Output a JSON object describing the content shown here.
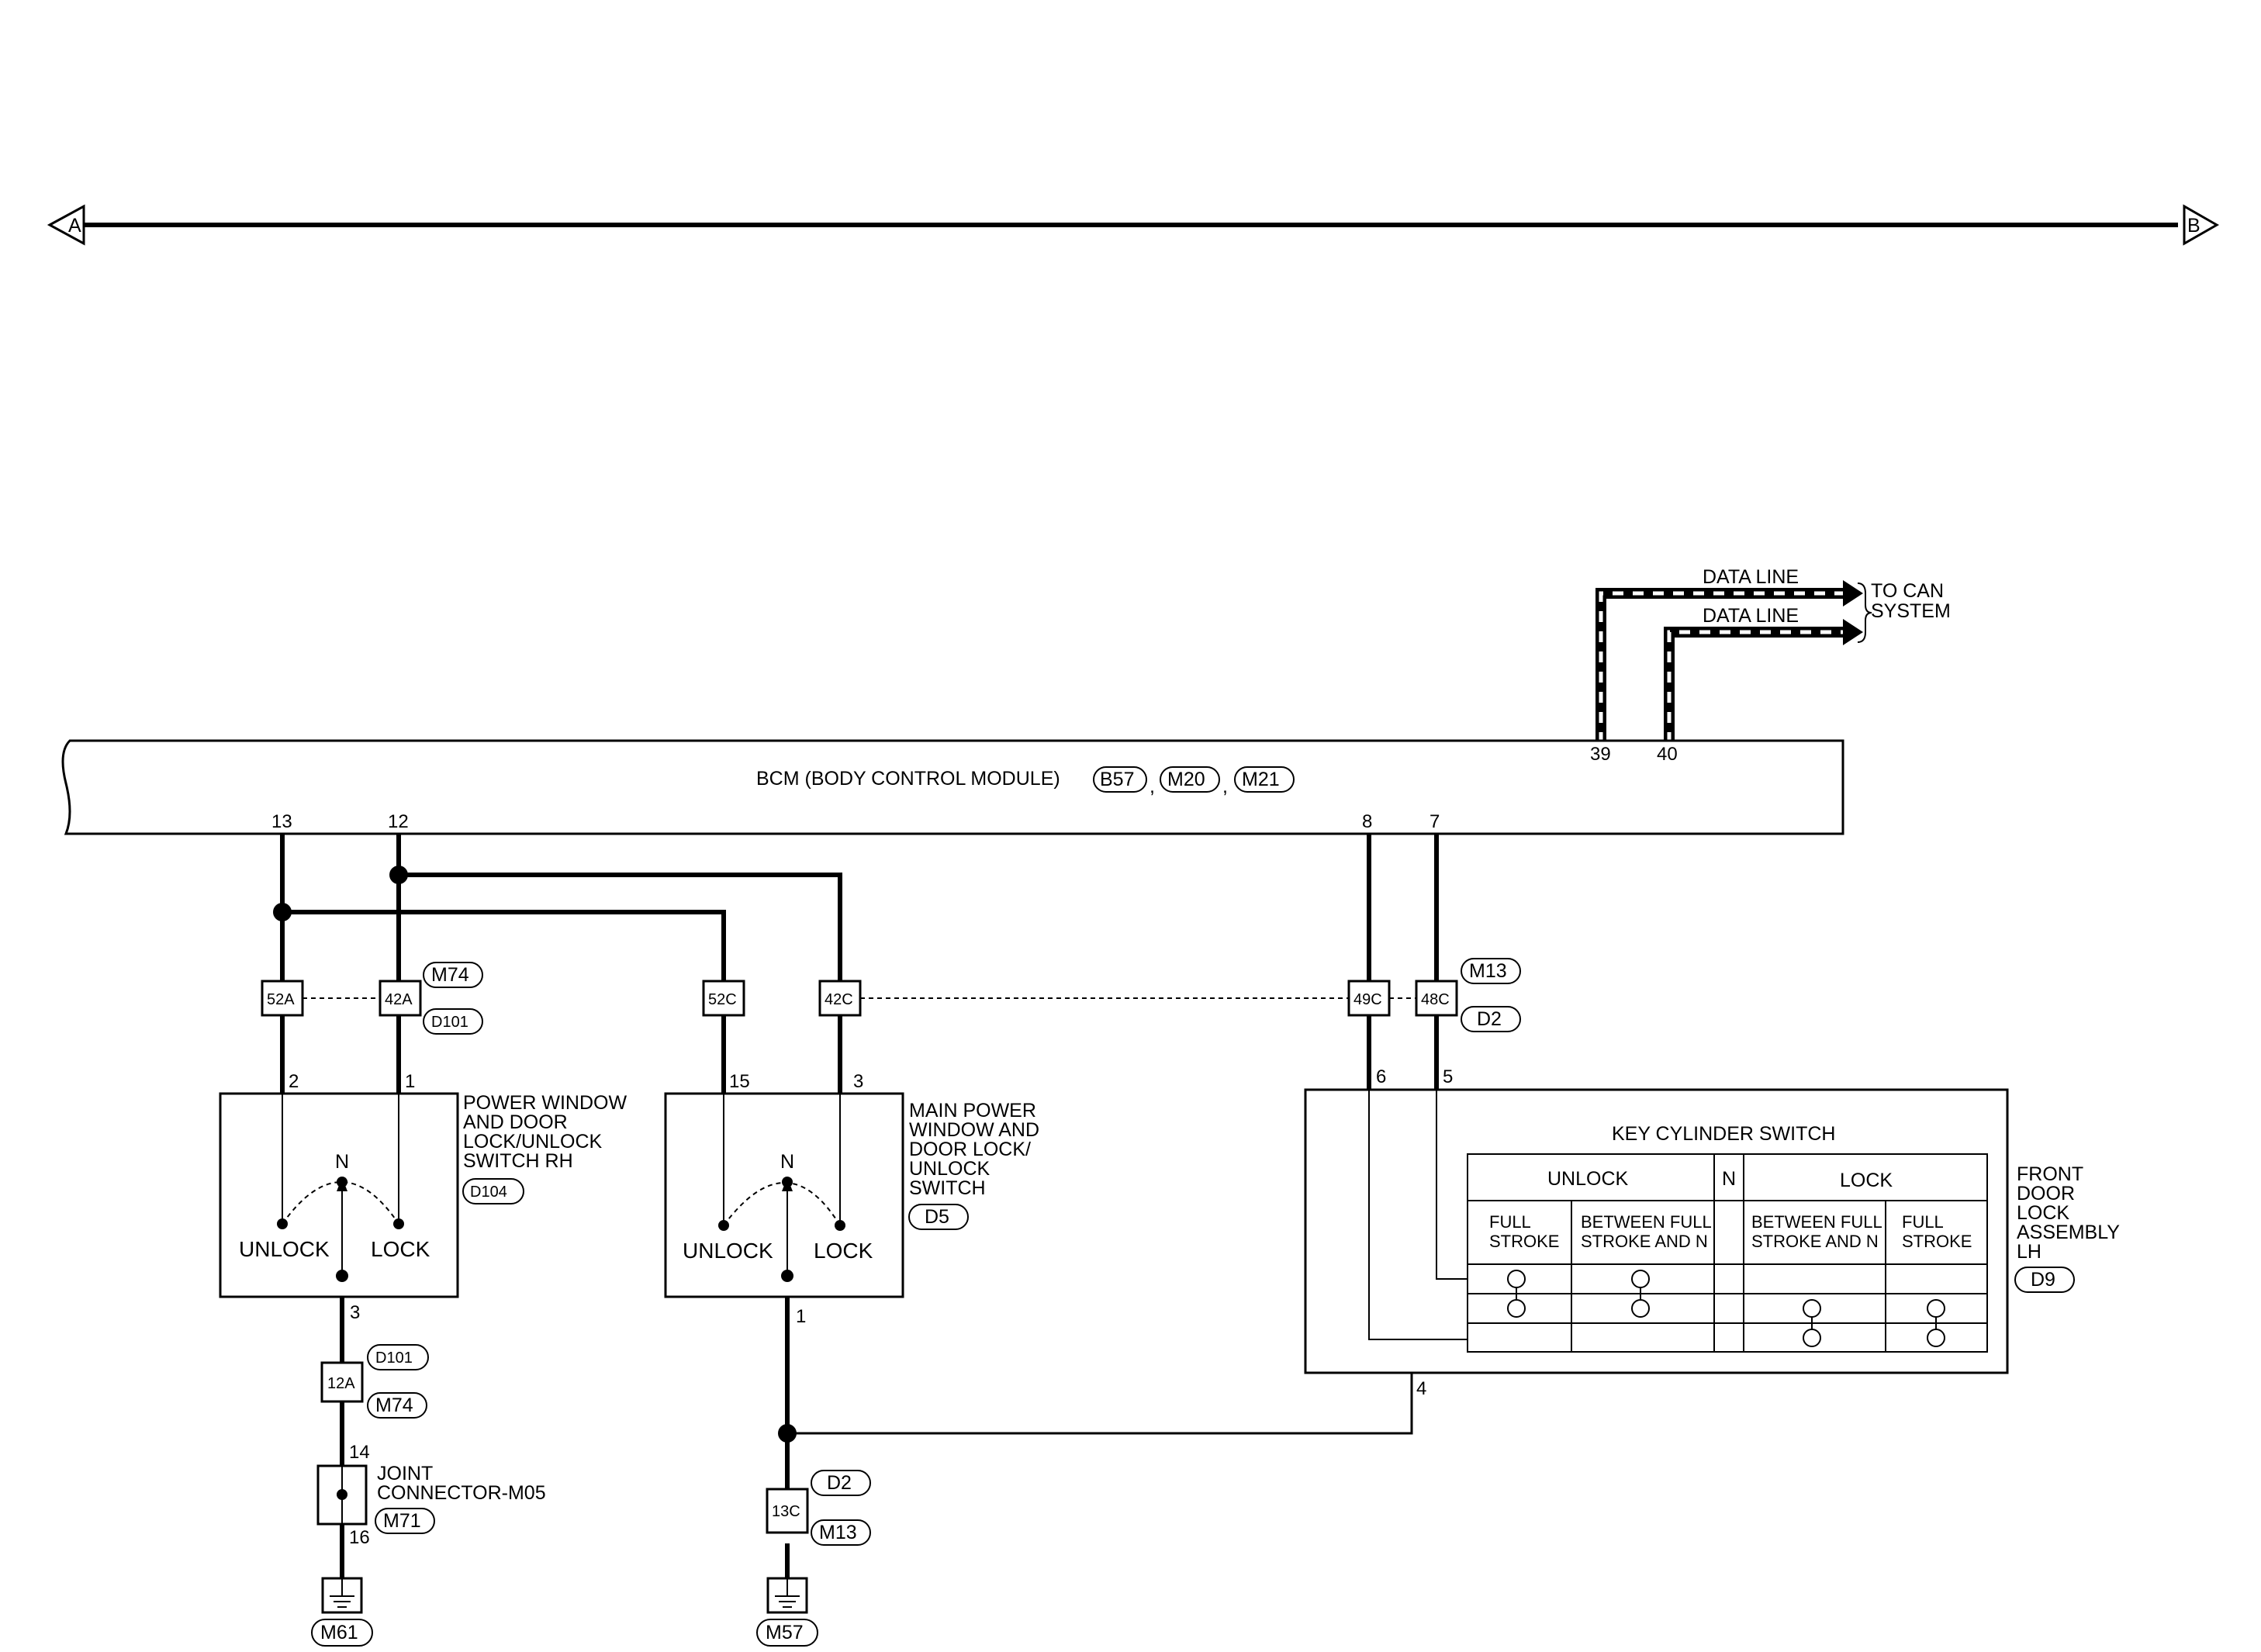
{
  "connectors_arrows": {
    "left": "A",
    "right": "B"
  },
  "bcm": {
    "label": "BCM (BODY CONTROL MODULE)",
    "connectors": [
      "B57",
      "M20",
      "M21"
    ],
    "sep": ",",
    "pins": [
      "13",
      "12",
      "8",
      "7",
      "39",
      "40"
    ]
  },
  "data_line": {
    "line1": "DATA LINE",
    "line2": "DATA LINE",
    "to_can_1": "TO CAN",
    "to_can_2": "SYSTEM"
  },
  "inline_connectors": {
    "c52a": "52A",
    "c42a": "42A",
    "c52c": "52C",
    "c42c": "42C",
    "c49c": "49C",
    "c48c": "48C",
    "c12a": "12A",
    "c13c": "13C",
    "m74": "M74",
    "d101": "D101",
    "m13": "M13",
    "d2": "D2"
  },
  "switch_rh": {
    "title": [
      "POWER WINDOW",
      "AND DOOR",
      "LOCK/UNLOCK",
      "SWITCH RH"
    ],
    "connector": "D104",
    "pins": [
      "2",
      "1",
      "3"
    ],
    "n": "N",
    "unlock": "UNLOCK",
    "lock": "LOCK"
  },
  "main_switch": {
    "title": [
      "MAIN POWER",
      "WINDOW AND",
      "DOOR LOCK/",
      "UNLOCK",
      "SWITCH"
    ],
    "connector": "D5",
    "pins": [
      "15",
      "3",
      "1"
    ],
    "n": "N",
    "unlock": "UNLOCK",
    "lock": "LOCK"
  },
  "front_door_lock": {
    "title": [
      "FRONT",
      "DOOR",
      "LOCK",
      "ASSEMBLY",
      "LH"
    ],
    "connector": "D9",
    "pins": [
      "6",
      "5",
      "4"
    ],
    "table_title": "KEY CYLINDER SWITCH",
    "unlock": "UNLOCK",
    "n": "N",
    "lock": "LOCK",
    "full_stroke": [
      "FULL",
      "STROKE"
    ],
    "between": [
      "BETWEEN FULL",
      "STROKE AND N"
    ]
  },
  "joint": {
    "title": [
      "JOINT",
      "CONNECTOR-M05"
    ],
    "connector": "M71",
    "pins": [
      "14",
      "16"
    ]
  },
  "grounds": {
    "left": "M61",
    "right": "M57"
  },
  "colors": {
    "ink": "#000000",
    "paper": "#ffffff"
  }
}
